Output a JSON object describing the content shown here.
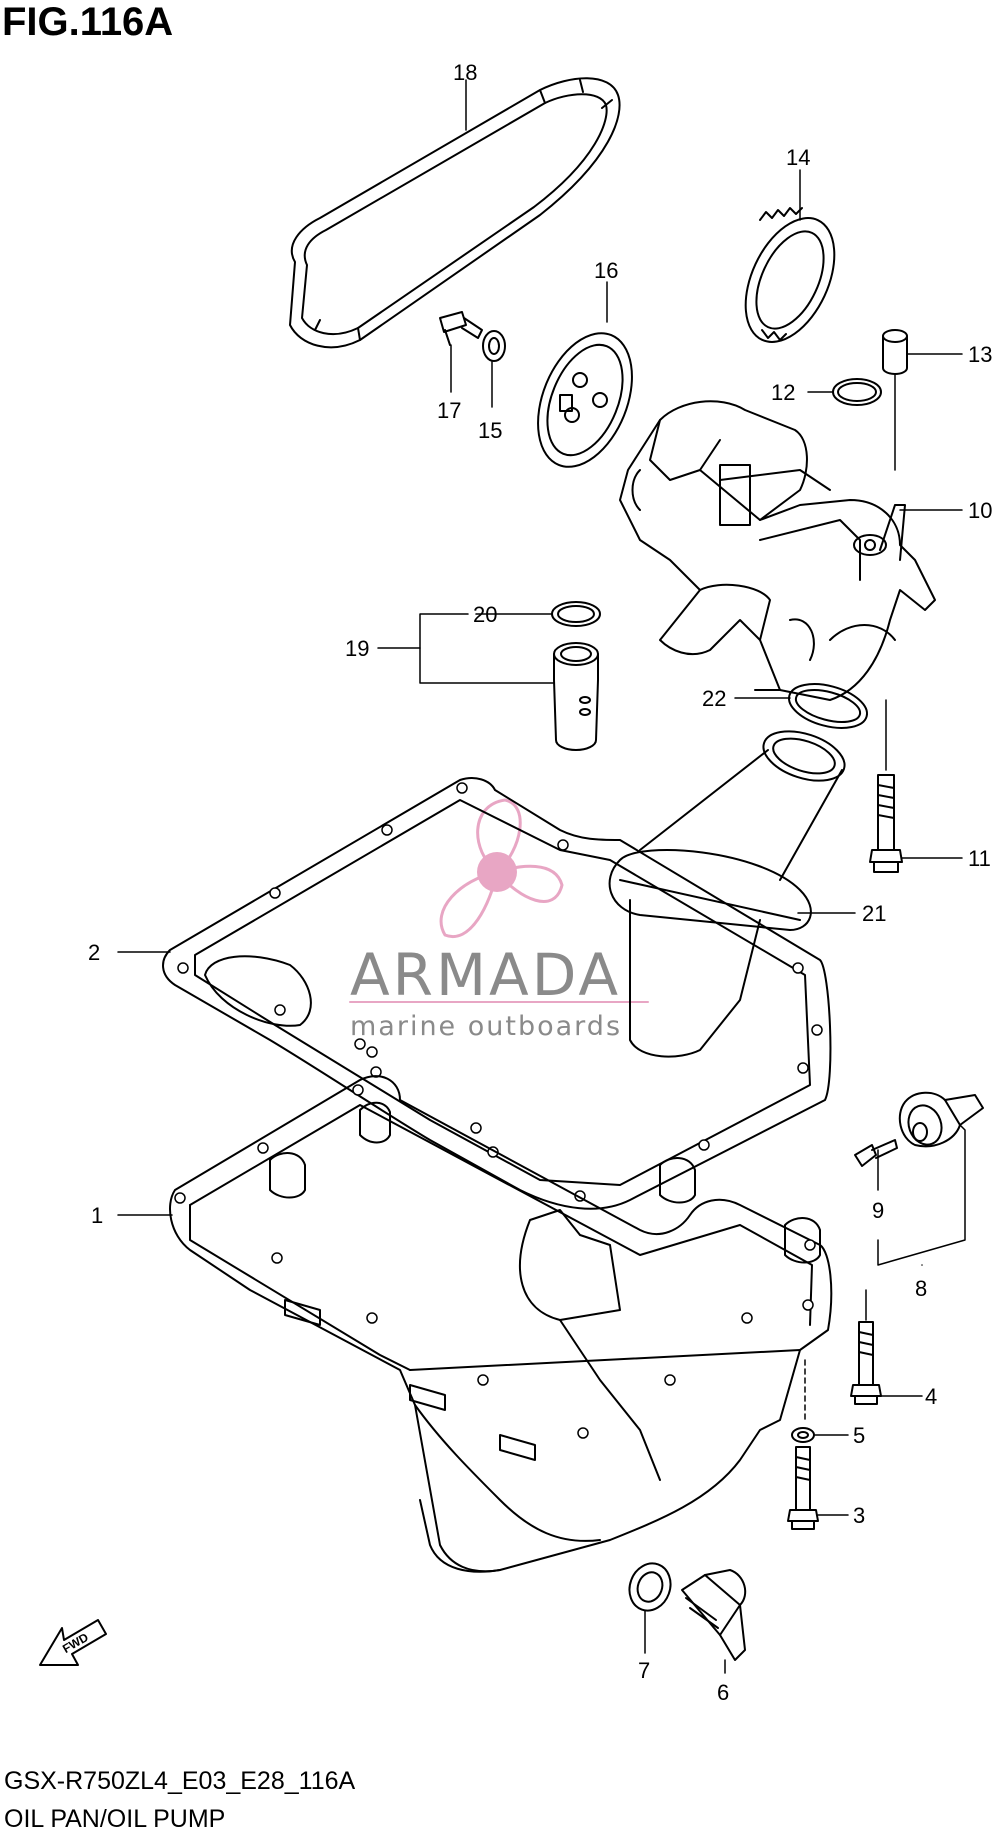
{
  "figure": {
    "title": "FIG.116A",
    "model_code": "GSX-R750ZL4_E03_E28_116A",
    "section_name": "OIL PAN/OIL PUMP"
  },
  "watermark": {
    "brand": "ARMADA",
    "tagline": "marine outboards",
    "color_primary": "#e8a6c4",
    "color_text": "#8a8a8a"
  },
  "direction_indicator": {
    "label": "FWD"
  },
  "callouts": [
    {
      "id": "c1",
      "number": "1"
    },
    {
      "id": "c2",
      "number": "2"
    },
    {
      "id": "c3",
      "number": "3"
    },
    {
      "id": "c4",
      "number": "4"
    },
    {
      "id": "c5",
      "number": "5"
    },
    {
      "id": "c6",
      "number": "6"
    },
    {
      "id": "c7",
      "number": "7"
    },
    {
      "id": "c8",
      "number": "8"
    },
    {
      "id": "c9",
      "number": "9"
    },
    {
      "id": "c10",
      "number": "10"
    },
    {
      "id": "c11",
      "number": "11"
    },
    {
      "id": "c12",
      "number": "12"
    },
    {
      "id": "c13",
      "number": "13"
    },
    {
      "id": "c14",
      "number": "14"
    },
    {
      "id": "c15",
      "number": "15"
    },
    {
      "id": "c16",
      "number": "16"
    },
    {
      "id": "c17",
      "number": "17"
    },
    {
      "id": "c18",
      "number": "18"
    },
    {
      "id": "c19",
      "number": "19"
    },
    {
      "id": "c20",
      "number": "20"
    },
    {
      "id": "c21",
      "number": "21"
    },
    {
      "id": "c22",
      "number": "22"
    }
  ]
}
